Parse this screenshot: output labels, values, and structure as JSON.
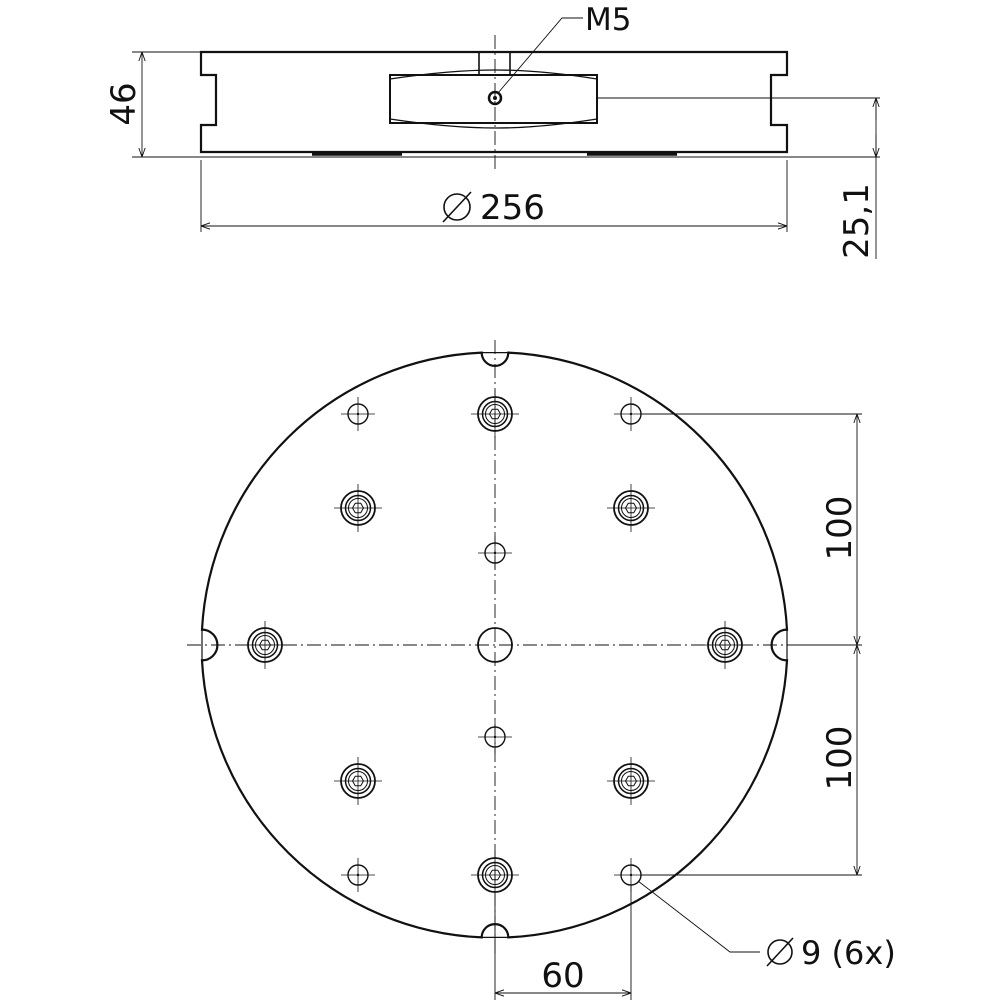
{
  "side_view": {
    "thread_label": "M5",
    "height_label": "46",
    "diameter_label": "256",
    "offset_label": "25,1"
  },
  "top_view": {
    "spacing_upper_label": "100",
    "spacing_lower_label": "100",
    "horizontal_spacing_label": "60",
    "hole_label": "9 (6x)"
  }
}
